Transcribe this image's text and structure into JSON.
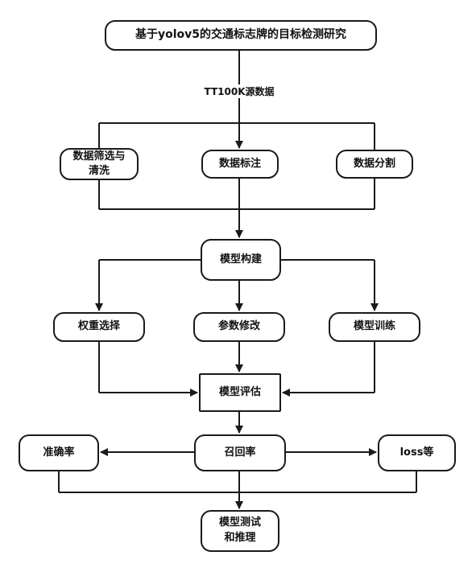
{
  "diagram": {
    "title": "基于yolov5的交通标志牌的目标检测研究",
    "source_label": "TT100K源数据",
    "preprocess": {
      "filter_clean": "数据筛选与清洗",
      "annotate": "数据标注",
      "split": "数据分割"
    },
    "model_build": "模型构建",
    "model_steps": {
      "weight_select": "权重选择",
      "param_modify": "参数修改",
      "train": "模型训练"
    },
    "model_eval": "模型评估",
    "metrics": {
      "precision": "准确率",
      "recall": "召回率",
      "loss": "loss等"
    },
    "test_infer": "模型测试和推理"
  },
  "colors": {
    "stroke": "#1a1a1a",
    "background": "#ffffff",
    "text": "#111111"
  }
}
